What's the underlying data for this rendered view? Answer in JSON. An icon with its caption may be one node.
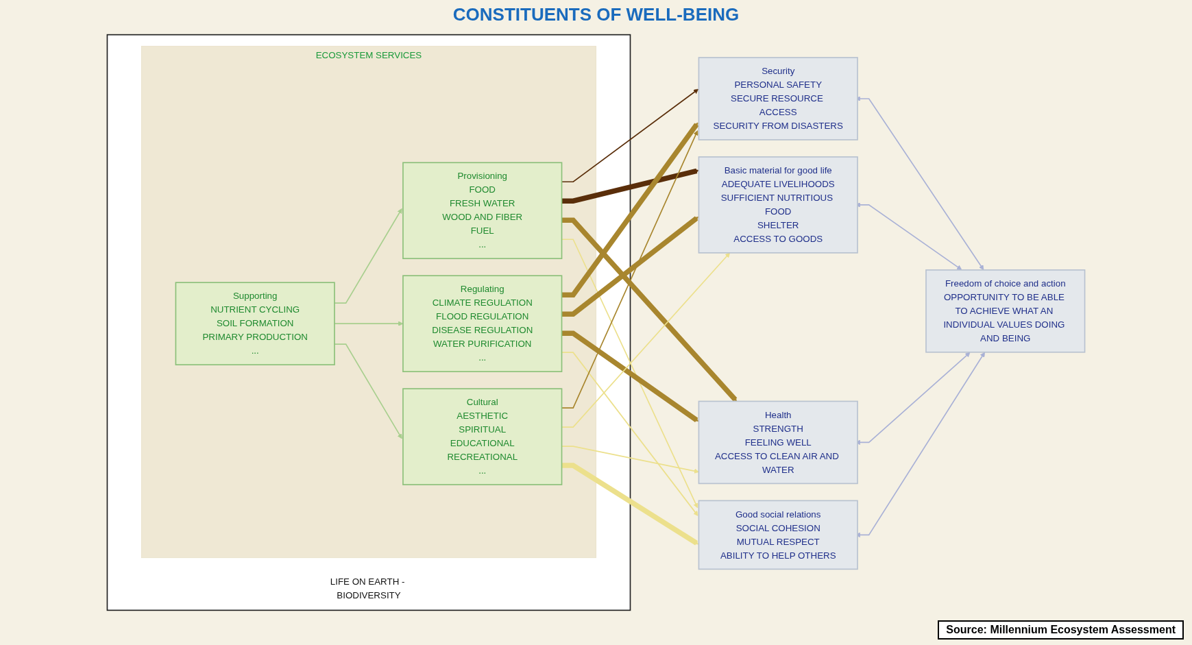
{
  "diagram": {
    "title": "CONSTITUENTS OF WELL-BEING",
    "nodes": [
      {
        "text": [
          "LIFE ON EARTH - BIODIVERSITY"
        ]
      },
      {
        "text": [
          "ECOSYSTEM SERVICES"
        ],
        "in": 0
      },
      {
        "text": [
          "Supporting",
          "NUTRIENT CYCLING",
          "SOIL FORMATION",
          "PRIMARY PRODUCTION",
          "..."
        ],
        "in": 1
      },
      {
        "text": [
          "Provisioning",
          "FOOD",
          "FRESH WATER",
          "WOOD AND FIBER",
          "FUEL",
          "..."
        ],
        "in": 1
      },
      {
        "text": [
          "Regulating",
          "CLIMATE REGULATION",
          "FLOOD REGULATION",
          "DISEASE REGULATION",
          "WATER PURIFICATION",
          "..."
        ],
        "in": 1
      },
      {
        "text": [
          "Cultural",
          "AESTHETIC",
          "SPIRITUAL",
          "EDUCATIONAL",
          "RECREATIONAL",
          "..."
        ],
        "in": 1
      },
      {
        "text": [
          "Security",
          "PERSONAL SAFETY",
          "SECURE RESOURCE ACCESS",
          "SECURITY FROM DISASTERS"
        ]
      },
      {
        "text": [
          "Basic material for good life",
          "ADEQUATE LIVELIHOODS",
          "SUFFICIENT NUTRITIOUS FOOD",
          "SHELTER",
          "ACCESS TO GOODS"
        ]
      },
      {
        "text": [
          "Health",
          "STRENGTH",
          "FEELING WELL",
          "ACCESS TO CLEAN AIR AND WATER"
        ]
      },
      {
        "text": [
          "Good social relations",
          "SOCIAL COHESION",
          "MUTUAL RESPECT",
          "ABILITY TO HELP OTHERS"
        ]
      },
      {
        "text": [
          "Freedom of choice and action",
          "OPPORTUNITY TO BE ABLE TO ACHIEVE WHAT AN INDIVIDUAL VALUES DOING AND BEING"
        ]
      }
    ],
    "edges": [
      {
        "from": 2,
        "to": 3,
        "arrow": "to",
        "color": "#a8cf8e"
      },
      {
        "from": 2,
        "to": 4,
        "arrow": "to",
        "color": "#a8cf8e"
      },
      {
        "from": 2,
        "to": 5,
        "arrow": "to",
        "color": "#a8cf8e"
      },
      {
        "from": 3,
        "to": 6,
        "arrow": "to",
        "color": "#5a2e0a"
      },
      {
        "from": 3,
        "to": 7,
        "arrow": "to",
        "style": "thick",
        "color": "#5a2e0a"
      },
      {
        "from": 3,
        "to": 8,
        "arrow": "to",
        "style": "thick",
        "color": "#a8862e"
      },
      {
        "from": 3,
        "to": 9,
        "arrow": "to",
        "color": "#ece08c"
      },
      {
        "from": 4,
        "to": 6,
        "arrow": "to",
        "style": "thick",
        "color": "#a8862e"
      },
      {
        "from": 4,
        "to": 7,
        "arrow": "to",
        "style": "thick",
        "color": "#a8862e"
      },
      {
        "from": 4,
        "to": 8,
        "arrow": "to",
        "style": "thick",
        "color": "#a8862e"
      },
      {
        "from": 4,
        "to": 9,
        "arrow": "to",
        "color": "#ece08c"
      },
      {
        "from": 5,
        "to": 6,
        "arrow": "to",
        "color": "#a8862e"
      },
      {
        "from": 5,
        "to": 7,
        "arrow": "to",
        "color": "#ece08c"
      },
      {
        "from": 5,
        "to": 8,
        "arrow": "to",
        "color": "#ece08c"
      },
      {
        "from": 5,
        "to": 9,
        "arrow": "to",
        "style": "thick",
        "color": "#ece08c"
      },
      {
        "from": 6,
        "to": 10,
        "arrow": "both",
        "color": "#a9b1d6"
      },
      {
        "from": 7,
        "to": 10,
        "arrow": "both",
        "color": "#a9b1d6"
      },
      {
        "from": 8,
        "to": 10,
        "arrow": "both",
        "color": "#a9b1d6"
      },
      {
        "from": 9,
        "to": 10,
        "arrow": "both",
        "color": "#a9b1d6"
      }
    ],
    "labels": [
      "Source: Millennium Ecosystem Assessment"
    ]
  }
}
